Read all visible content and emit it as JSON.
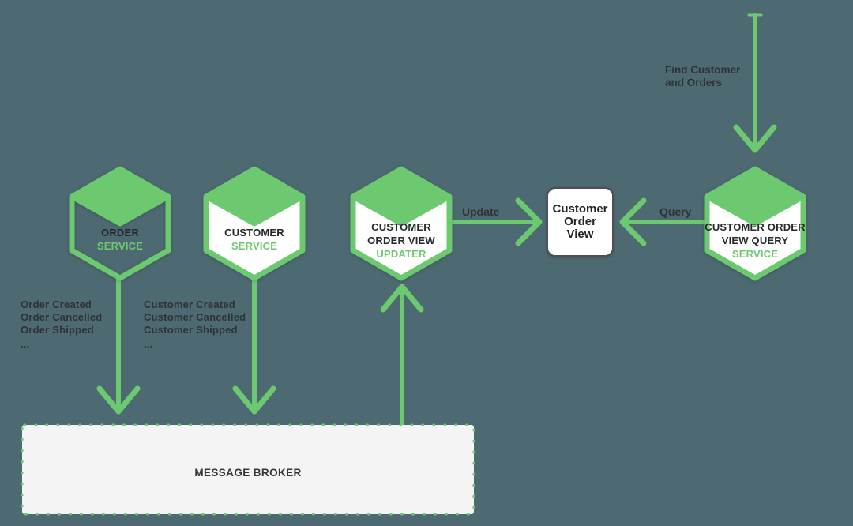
{
  "colors": {
    "background": "#4d6972",
    "accent_green": "#6dc96f",
    "dark_text": "#2e3337",
    "hexagon_interior": "#ffffff",
    "broker_fill": "#f3f4f3",
    "database_border": "#4f4f4f"
  },
  "hexagons": {
    "order_service": {
      "lines": [
        "ORDER",
        "SERVICE"
      ]
    },
    "customer_service": {
      "lines": [
        "CUSTOMER",
        "SERVICE"
      ]
    },
    "customer_order_view_updater": {
      "lines": [
        "CUSTOMER",
        "ORDER VIEW",
        "UPDATER"
      ]
    },
    "customer_order_view_query_service": {
      "lines": [
        "CUSTOMER ORDER",
        "VIEW QUERY",
        "SERVICE"
      ]
    }
  },
  "database": {
    "customer_order_view": {
      "lines": [
        "Customer",
        "Order",
        "View"
      ]
    }
  },
  "broker": {
    "label": "MESSAGE BROKER"
  },
  "arrow_labels": {
    "find_customer": [
      "Find Customer",
      "and Orders"
    ],
    "update": "Update",
    "query": "Query"
  },
  "event_labels": {
    "order_events": {
      "lines": [
        "Order Created",
        "Order Cancelled",
        "Order Shipped"
      ],
      "ellipsis": "..."
    },
    "customer_events": {
      "lines": [
        "Customer Created",
        "Customer Cancelled",
        "Customer Shipped"
      ],
      "ellipsis": "..."
    }
  }
}
